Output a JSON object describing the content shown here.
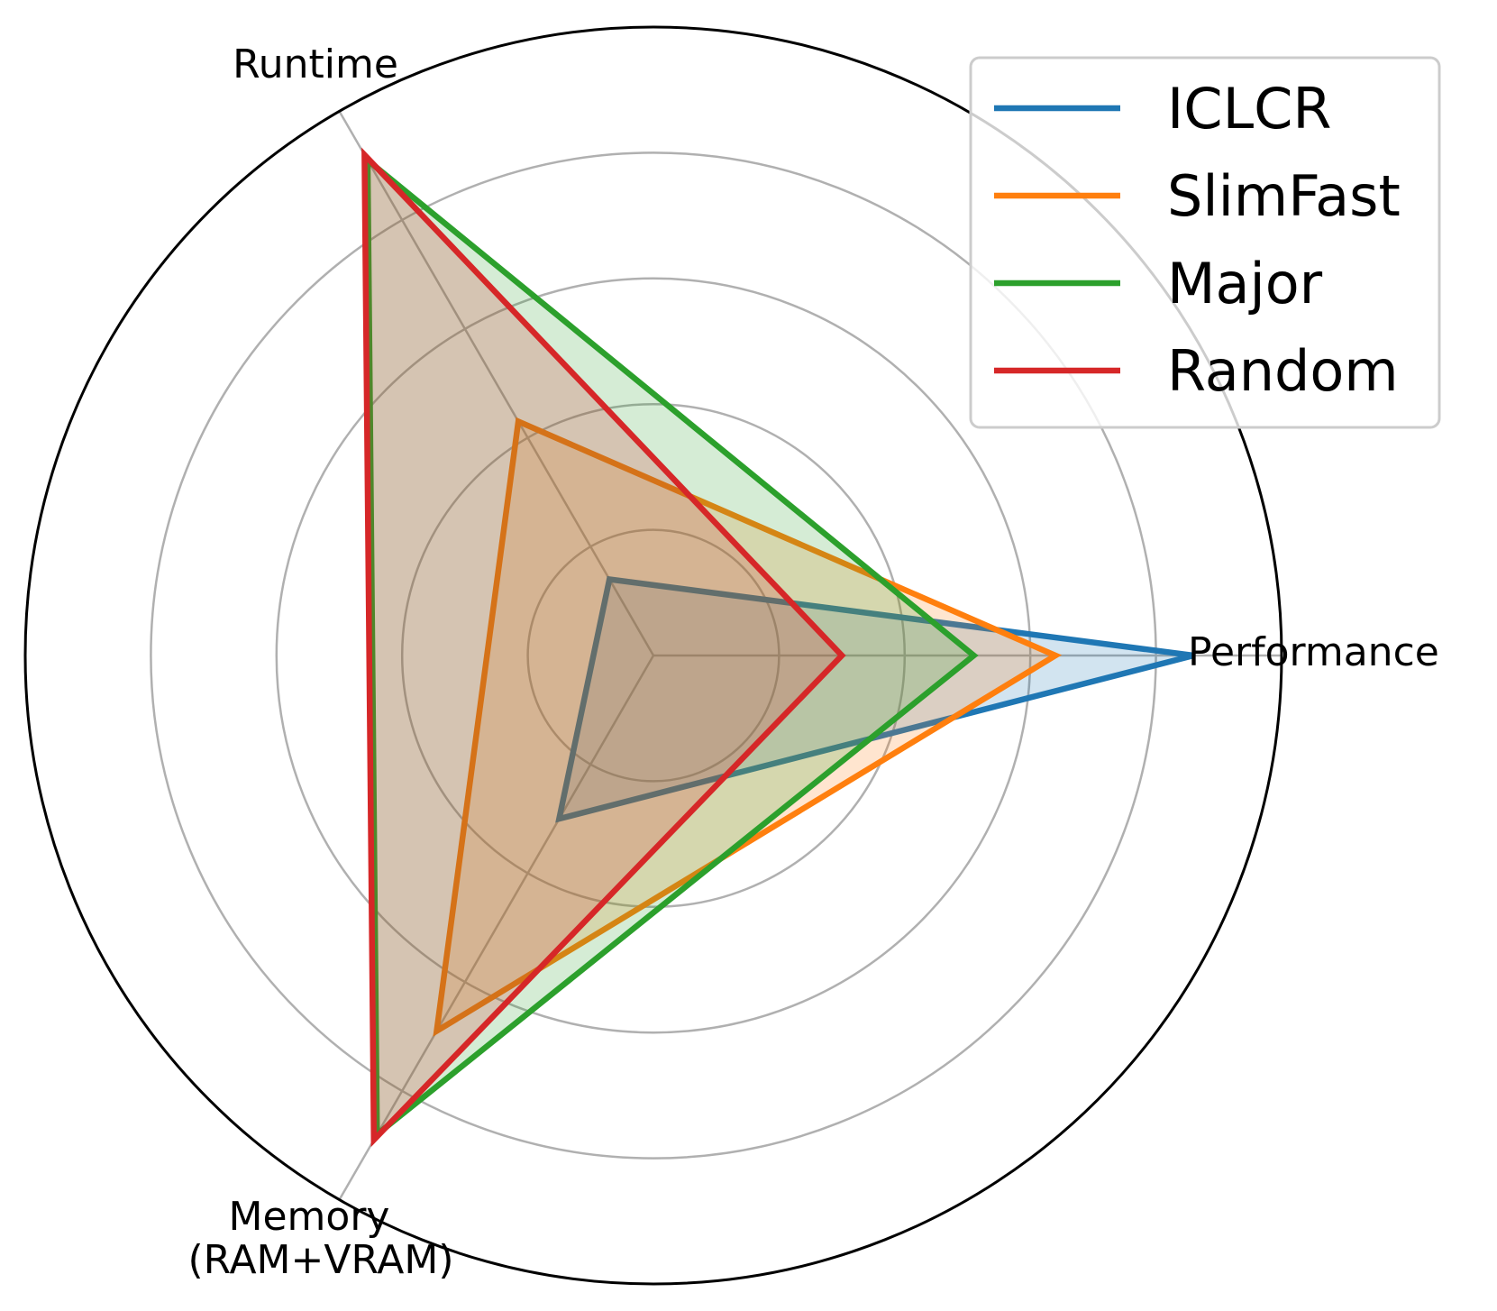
{
  "chart_data": {
    "type": "radar",
    "axes": [
      "Performance",
      "Runtime",
      "Memory\n(RAM+VRAM)"
    ],
    "rlim": [
      0,
      5
    ],
    "ring_values": [
      1,
      2,
      3,
      4
    ],
    "grid": true,
    "legend_position": "top-right",
    "series": [
      {
        "name": "ICLCR",
        "color": "#1f77b4",
        "values": [
          4.3,
          0.7,
          1.5
        ]
      },
      {
        "name": "SlimFast",
        "color": "#ff7f0e",
        "values": [
          3.2,
          2.15,
          3.45
        ]
      },
      {
        "name": "Major",
        "color": "#2ca02c",
        "values": [
          2.55,
          4.55,
          4.4
        ]
      },
      {
        "name": "Random",
        "color": "#d62728",
        "values": [
          1.5,
          4.6,
          4.45
        ]
      }
    ]
  }
}
